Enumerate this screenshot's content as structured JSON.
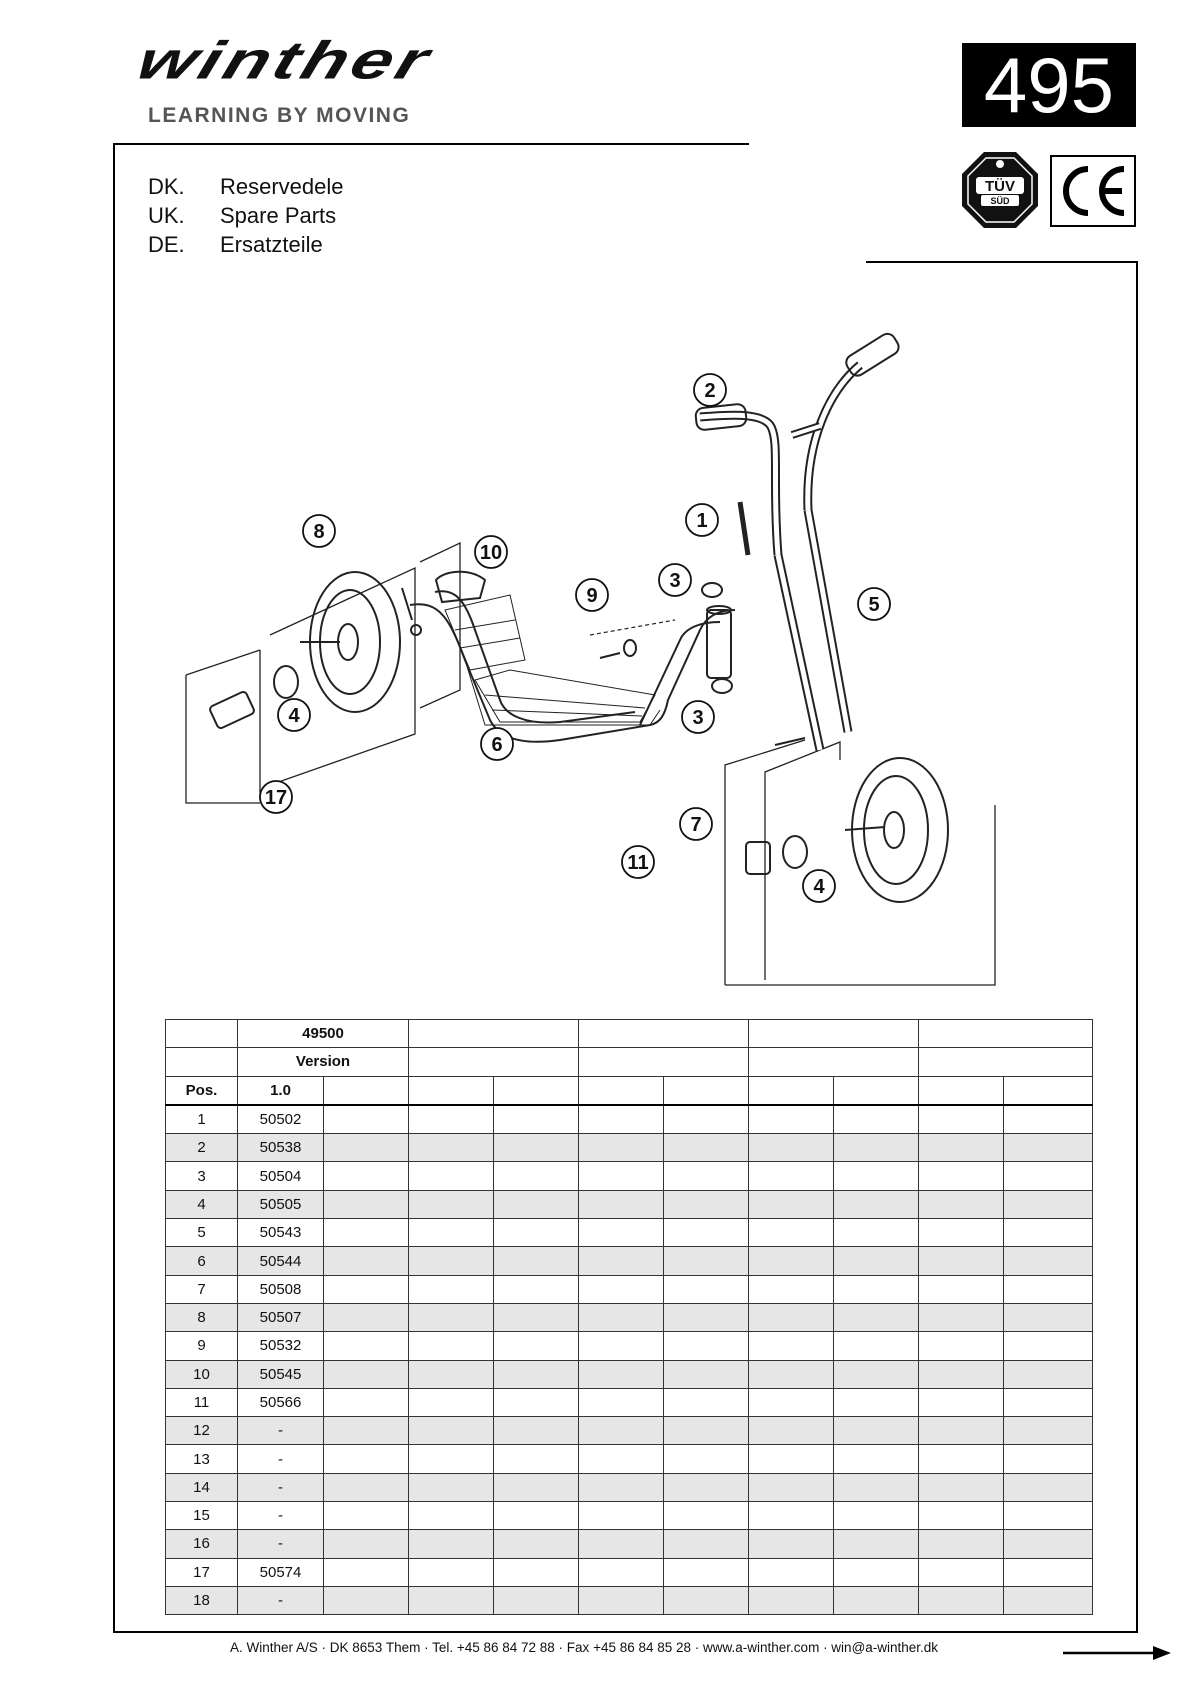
{
  "brand": {
    "logo": "winther",
    "tagline": "LEARNING BY MOVING"
  },
  "model_number": "495",
  "certs": {
    "tuv_top": "TÜV",
    "tuv_bottom": "SÜD",
    "ce": "CE"
  },
  "languages": [
    {
      "code": "DK.",
      "label": "Reservedele"
    },
    {
      "code": "UK.",
      "label": "Spare Parts"
    },
    {
      "code": "DE.",
      "label": "Ersatzteile"
    }
  ],
  "diagram": {
    "callouts": [
      "1",
      "2",
      "3",
      "3",
      "4",
      "4",
      "5",
      "6",
      "7",
      "8",
      "9",
      "10",
      "11",
      "17"
    ]
  },
  "table": {
    "article": "49500",
    "version_label": "Version",
    "pos_label": "Pos.",
    "version": "1.0",
    "rows": [
      {
        "pos": "1",
        "part": "50502"
      },
      {
        "pos": "2",
        "part": "50538"
      },
      {
        "pos": "3",
        "part": "50504"
      },
      {
        "pos": "4",
        "part": "50505"
      },
      {
        "pos": "5",
        "part": "50543"
      },
      {
        "pos": "6",
        "part": "50544"
      },
      {
        "pos": "7",
        "part": "50508"
      },
      {
        "pos": "8",
        "part": "50507"
      },
      {
        "pos": "9",
        "part": "50532"
      },
      {
        "pos": "10",
        "part": "50545"
      },
      {
        "pos": "11",
        "part": "50566"
      },
      {
        "pos": "12",
        "part": "-"
      },
      {
        "pos": "13",
        "part": "-"
      },
      {
        "pos": "14",
        "part": "-"
      },
      {
        "pos": "15",
        "part": "-"
      },
      {
        "pos": "16",
        "part": "-"
      },
      {
        "pos": "17",
        "part": "50574"
      },
      {
        "pos": "18",
        "part": "-"
      }
    ]
  },
  "footer": "A. Winther A/S · DK 8653 Them · Tel. +45 86 84 72 88 · Fax +45 86 84 85 28 · www.a-winther.com · win@a-winther.dk"
}
